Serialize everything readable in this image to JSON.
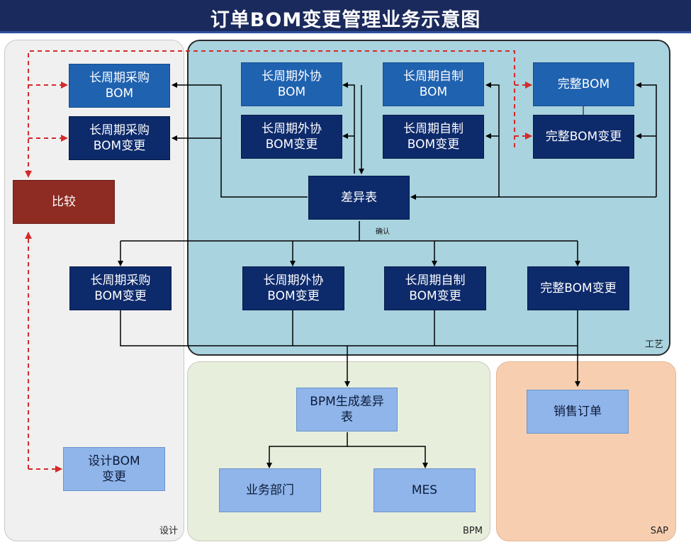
{
  "title": "订单BOM变更管理业务示意图",
  "regions": {
    "design": "设计",
    "craft": "工艺",
    "bpm": "BPM",
    "sap": "SAP"
  },
  "boxes": {
    "design_long_purchase_bom": "长周期采购\nBOM",
    "design_long_purchase_change": "长周期采购\nBOM变更",
    "compare": "比较",
    "design_bom_change": "设计BOM\n变更",
    "long_outsource_bom": "长周期外协\nBOM",
    "long_outsource_change": "长周期外协\nBOM变更",
    "long_self_bom": "长周期自制\nBOM",
    "long_self_change": "长周期自制\nBOM变更",
    "full_bom": "完整BOM",
    "full_bom_change": "完整BOM变更",
    "diff_table": "差异表",
    "confirm": "确认",
    "out_long_purchase_change": "长周期采购\nBOM变更",
    "out_long_outsource_change": "长周期外协\nBOM变更",
    "out_long_self_change": "长周期自制\nBOM变更",
    "out_full_bom_change": "完整BOM变更",
    "bpm_diff": "BPM生成差异\n表",
    "business_dept": "业务部门",
    "mes": "MES",
    "sales_order": "销售订单"
  },
  "colors": {
    "title_bg": "#1b2a5c",
    "dark_box": "#0d2a6b",
    "mid_box": "#1f62b0",
    "light_box": "#8fb5ea",
    "compare_box": "#8e2b22",
    "craft_region": "#a9d3df",
    "bpm_region": "#e8eedc",
    "sap_region": "#f7cfb0",
    "design_region": "#f0f0f0",
    "dashed_arrow": "#d42a2a"
  }
}
